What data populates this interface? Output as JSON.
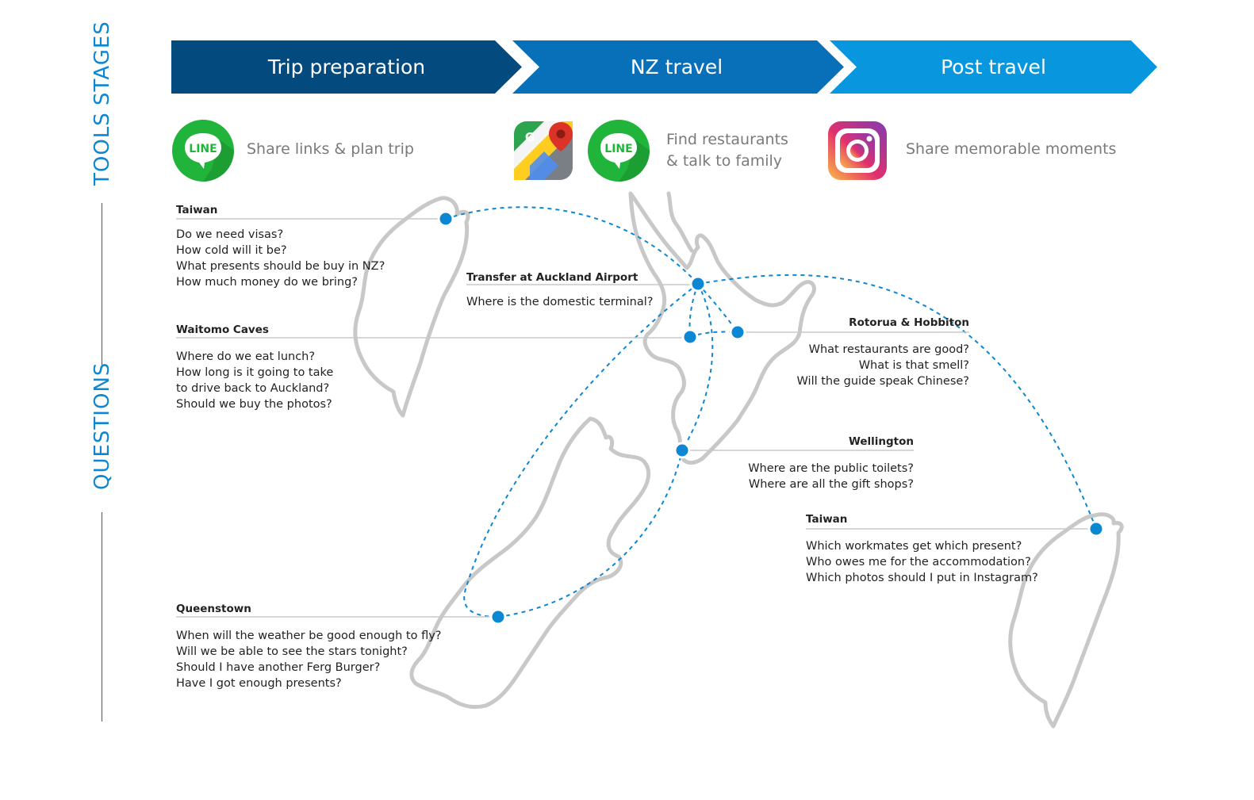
{
  "side_labels": {
    "stages": "STAGES",
    "tools": "TOOLS",
    "questions": "QUESTIONS"
  },
  "stages": [
    {
      "label": "Trip preparation",
      "color": "#034a7e"
    },
    {
      "label": "NZ travel",
      "color": "#0870b8"
    },
    {
      "label": "Post travel",
      "color": "#0896de"
    }
  ],
  "tools": {
    "prep": {
      "icons": [
        "line-icon"
      ],
      "text": "Share links & plan trip"
    },
    "travel": {
      "icons": [
        "google-maps-icon",
        "line-icon"
      ],
      "text_line1": "Find restaurants",
      "text_line2": "& talk to family"
    },
    "post": {
      "icons": [
        "instagram-icon"
      ],
      "text": "Share memorable moments"
    },
    "line_logo_text": "LINE"
  },
  "questions": {
    "taiwan_start": {
      "title": "Taiwan",
      "items": [
        "Do we need visas?",
        "How cold will it be?",
        "What presents should be buy in NZ?",
        "How much money do we bring?"
      ]
    },
    "auckland": {
      "title": "Transfer at Auckland Airport",
      "items": [
        "Where is the domestic terminal?"
      ]
    },
    "waitomo": {
      "title": "Waitomo Caves",
      "items": [
        "Where do we eat lunch?",
        "How long is it going to take",
        "to drive back to Auckland?",
        "Should we buy the photos?"
      ]
    },
    "rotorua": {
      "title": "Rotorua & Hobbiton",
      "items": [
        "What restaurants are good?",
        "What is that smell?",
        "Will the guide speak Chinese?"
      ]
    },
    "wellington": {
      "title": "Wellington",
      "items": [
        "Where are the public toilets?",
        "Where are all the gift shops?"
      ]
    },
    "taiwan_end": {
      "title": "Taiwan",
      "items": [
        "Which workmates get which present?",
        "Who owes me for the accommodation?",
        "Which photos should I put in Instagram?"
      ]
    },
    "queenstown": {
      "title": "Queenstown",
      "items": [
        "When will the weather be good enough to fly?",
        "Will we be able to see the stars tonight?",
        "Should I have another Ferg Burger?",
        "Have I got enough presents?"
      ]
    }
  },
  "colors": {
    "accent": "#0b87d3",
    "route": "#0b87d3",
    "map_outline": "#c8c8c8",
    "line_green": "#21b43a",
    "instagram_gradient": [
      "#fcbb45",
      "#e1306c",
      "#833ab4"
    ]
  }
}
